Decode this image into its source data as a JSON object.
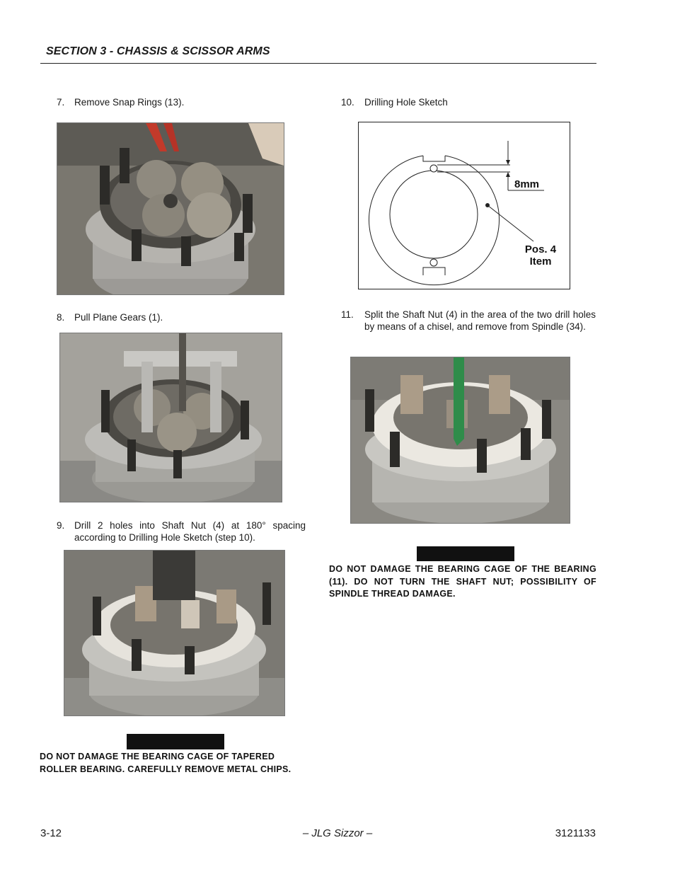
{
  "header": {
    "section_title": "SECTION 3 - CHASSIS & SCISSOR ARMS"
  },
  "steps": {
    "s7": {
      "num": "7.",
      "text": "Remove Snap Rings (13)."
    },
    "s8": {
      "num": "8.",
      "text": "Pull Plane Gears (1)."
    },
    "s9": {
      "num": "9.",
      "text": "Drill 2 holes into Shaft Nut (4) at 180° spacing according to Drilling Hole Sketch (step 10)."
    },
    "s10": {
      "num": "10.",
      "text": "Drilling Hole Sketch"
    },
    "s11": {
      "num": "11.",
      "text": "Split the Shaft Nut (4) in the area of the two drill holes by means of a chisel, and remove from Spindle (34)."
    }
  },
  "sketch": {
    "dimension_label": "8mm",
    "pos_label": "Pos. 4",
    "item_label": "Item"
  },
  "cautions": {
    "left": "DO NOT DAMAGE THE BEARING CAGE OF TAPERED ROLLER BEARING.  CAREFULLY REMOVE METAL CHIPS.",
    "right": "DO NOT DAMAGE THE BEARING CAGE OF THE BEARING (11). DO NOT TURN THE SHAFT NUT; POSSIBILITY OF SPINDLE THREAD DAMAGE."
  },
  "footer": {
    "page": "3-12",
    "center": "– JLG Sizzor –",
    "doc_number": "3121133"
  }
}
